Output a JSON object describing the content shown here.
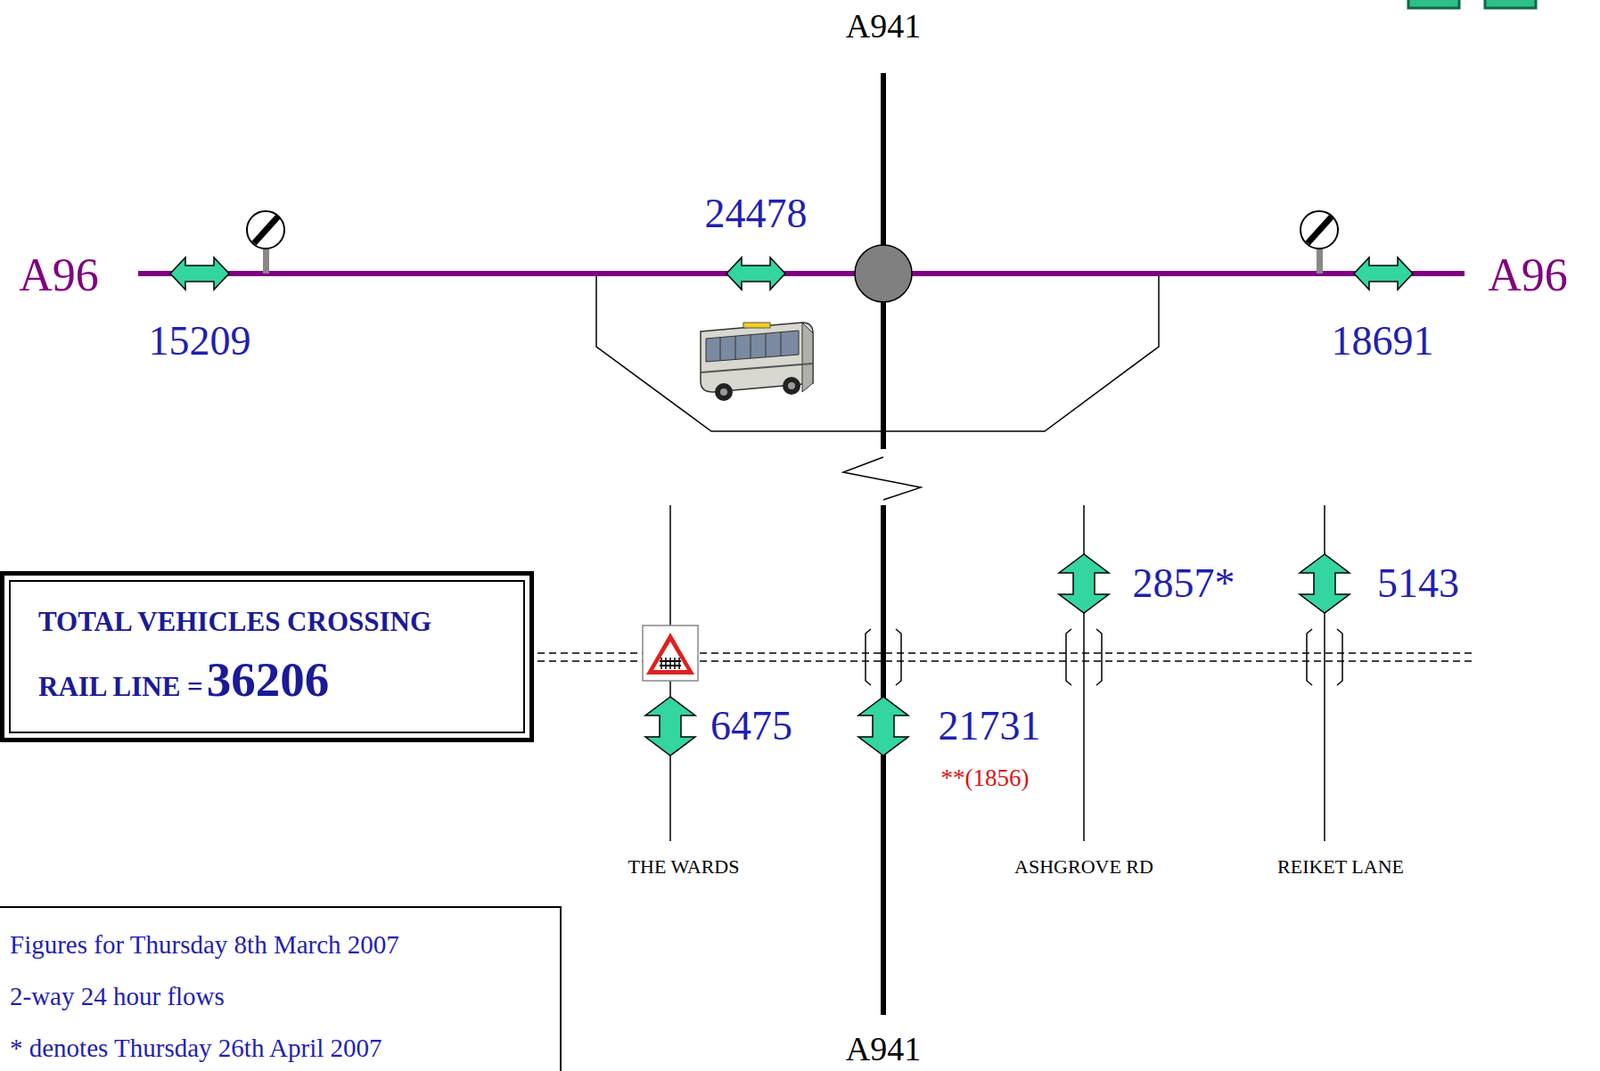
{
  "diagram": {
    "nodes": [
      {
        "text": [
          "TOTAL VEHICLES CROSSING RAIL LINE =",
          "36206"
        ]
      },
      {
        "text": [
          "Figures for Thursday 8th March 2007",
          "2-way 24 hour flows",
          "* denotes Thursday 26th April 2007"
        ]
      }
    ],
    "labels": [
      "A941",
      "A96",
      "24478",
      "A96",
      "15209",
      "18691",
      "2857*",
      "5143",
      "6475",
      "21731",
      "**(1856)",
      "THE WARDS",
      "ASHGROVE RD",
      "REIKET LANE",
      "A941"
    ]
  }
}
